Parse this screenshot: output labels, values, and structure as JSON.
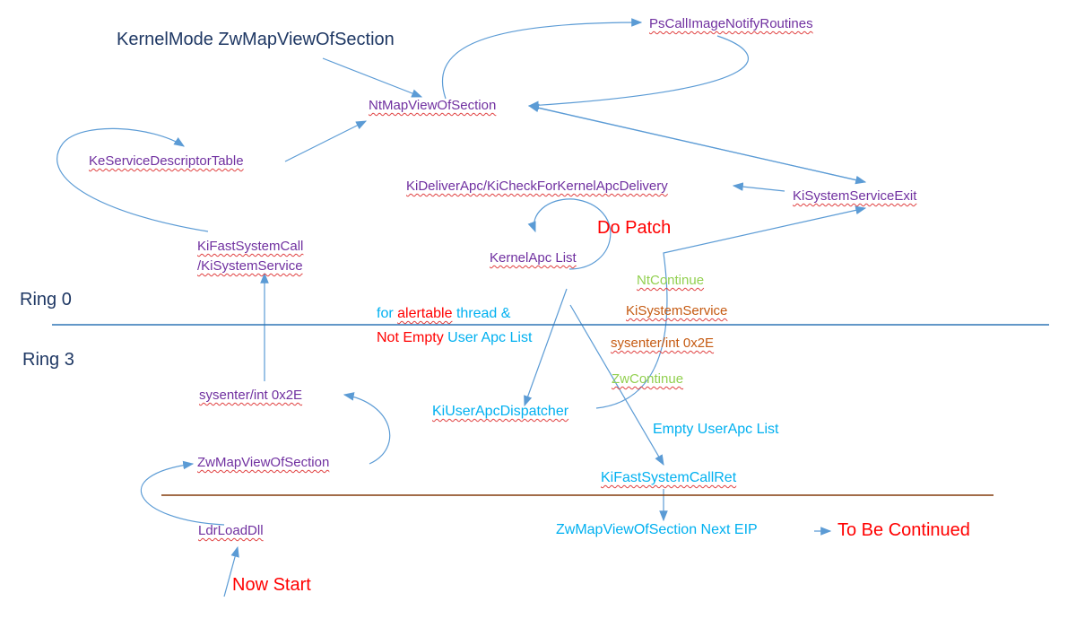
{
  "labels": {
    "kernelmode": "KernelMode ZwMapViewOfSection",
    "ps_notify": "PsCallImageNotifyRoutines",
    "nt_map": "NtMapViewOfSection",
    "ke_sdt": "KeServiceDescriptorTable",
    "ki_deliver": "KiDeliverApc/KiCheckForKernelApcDelivery",
    "ki_sse": "KiSystemServiceExit",
    "do_patch": "Do Patch",
    "kernelapc": "KernelApc List",
    "ki_fast1": "KiFastSystemCall",
    "ki_fast2": "/KiSystemService",
    "nt_continue": "NtContinue",
    "ring0": "Ring 0",
    "ki_ss": "KiSystemService",
    "for": "for ",
    "alertable": "alertable",
    "thread": " thread &",
    "ring3": "Ring 3",
    "not_empty": "Not Empty ",
    "user_apc": "User Apc List",
    "sysenter_r": "sysenter/int 0x2E",
    "zw_continue": "ZwContinue",
    "sysenter_l": "sysenter/int 0x2E",
    "ki_user_apc": "KiUserApcDispatcher",
    "empty_user": "Empty UserApc List",
    "zw_map_user": "ZwMapViewOfSection",
    "ki_fast_ret": "KiFastSystemCallRet",
    "ldr": "LdrLoadDll",
    "next_eip": "ZwMapViewOfSection Next EIP",
    "continued": "To Be Continued",
    "now_start": "Now Start"
  },
  "colors": {
    "arrow": "#5B9BD5",
    "ring_line": "#2E75B6",
    "brown_line": "#843C0C"
  }
}
